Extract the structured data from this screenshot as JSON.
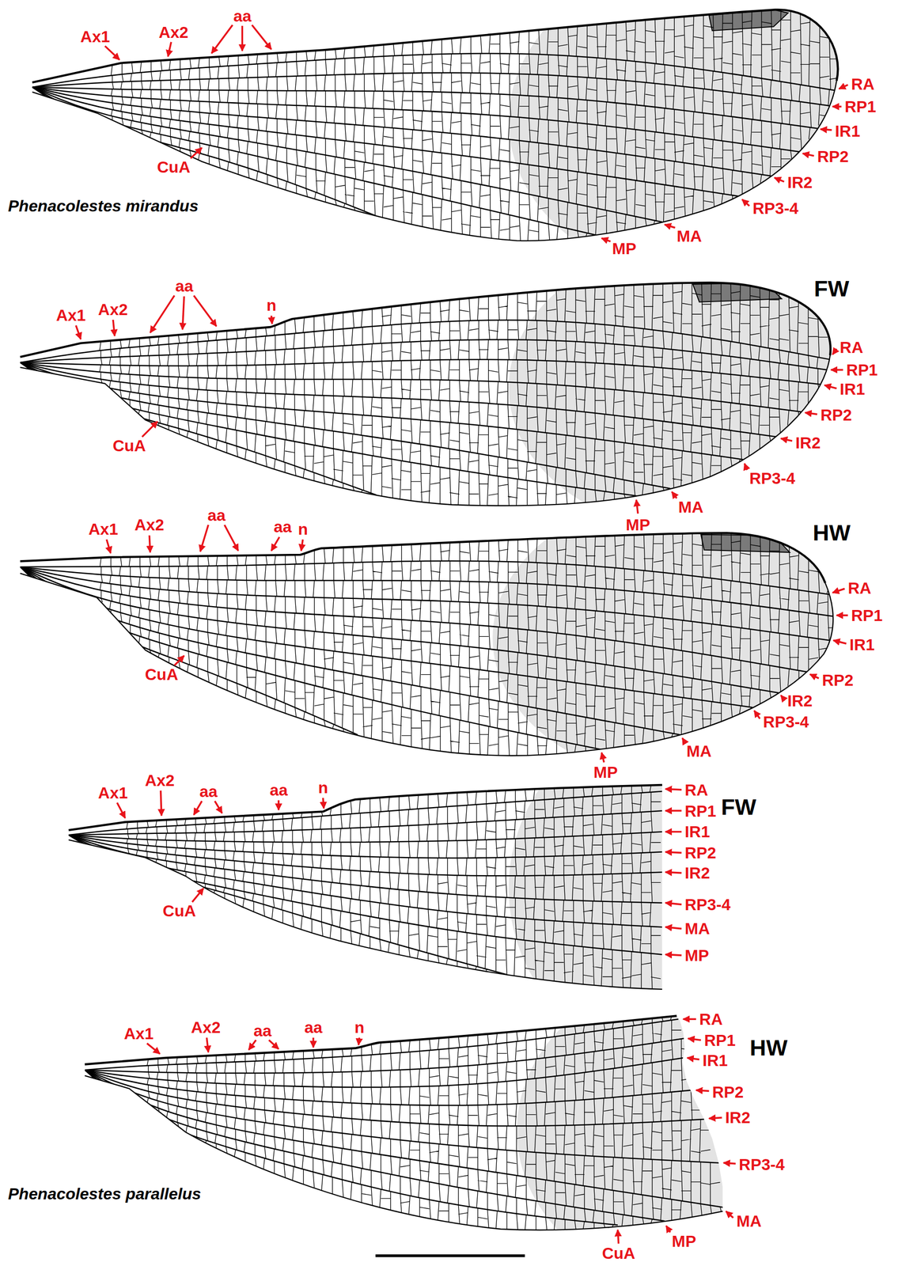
{
  "diagram": {
    "labels": [
      "Ax1",
      "Ax2",
      "aa",
      "CuA",
      "Phenacolestes mirandus",
      "RA",
      "RP1",
      "IR1",
      "RP2",
      "IR2",
      "RP3-4",
      "MA",
      "MP",
      "Ax1",
      "Ax2",
      "aa",
      "n",
      "FW",
      "RA",
      "RP1",
      "IR1",
      "RP2",
      "IR2",
      "CuA",
      "MA",
      "RP3-4",
      "MP",
      "Ax1",
      "Ax2",
      "aa",
      "aa",
      "n",
      "HW",
      "CuA",
      "RA",
      "RP1",
      "IR1",
      "RP2",
      "IR2",
      "MA",
      "RP3-4",
      "MP",
      "Ax1",
      "Ax2",
      "aa",
      "aa",
      "n",
      "FW",
      "RA",
      "RP1",
      "IR1",
      "RP2",
      "IR2",
      "CuA",
      "RP3-4",
      "MA",
      "MP",
      "Ax1",
      "Ax2",
      "aa",
      "aa",
      "n",
      "HW",
      "RA",
      "RP1",
      "IR1",
      "RP2",
      "IR2",
      "RP3-4",
      "Phenacolestes parallelus",
      "CuA",
      "MP",
      "MA"
    ]
  }
}
